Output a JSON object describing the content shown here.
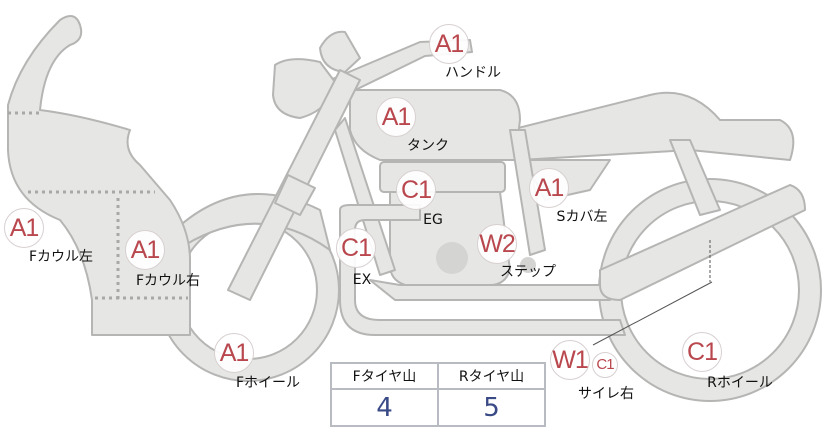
{
  "parts": [
    {
      "id": "handle",
      "grade": "A1",
      "label": "ハンドル"
    },
    {
      "id": "tank",
      "grade": "A1",
      "label": "タンク"
    },
    {
      "id": "eg",
      "grade": "C1",
      "label": "EG"
    },
    {
      "id": "scover-left",
      "grade": "A1",
      "label": "Sカバ左"
    },
    {
      "id": "step",
      "grade": "W2",
      "label": "ステップ"
    },
    {
      "id": "ex",
      "grade": "C1",
      "label": "EX"
    },
    {
      "id": "fcowl-left",
      "grade": "A1",
      "label": "Fカウル左"
    },
    {
      "id": "fcowl-right",
      "grade": "A1",
      "label": "Fカウル右"
    },
    {
      "id": "fwheel",
      "grade": "A1",
      "label": "Fホイール"
    },
    {
      "id": "silencer-right",
      "grade": "W1",
      "grade2": "C1",
      "label": "サイレ右"
    },
    {
      "id": "rwheel",
      "grade": "C1",
      "label": "Rホイール"
    }
  ],
  "tread": {
    "front_label": "Fタイヤ山",
    "front_value": "4",
    "rear_label": "Rタイヤ山",
    "rear_value": "5"
  },
  "colors": {
    "body": "#e6e6e4",
    "outline": "#b5b5b3",
    "grade": "#b9474e",
    "value": "#3a4a86"
  }
}
